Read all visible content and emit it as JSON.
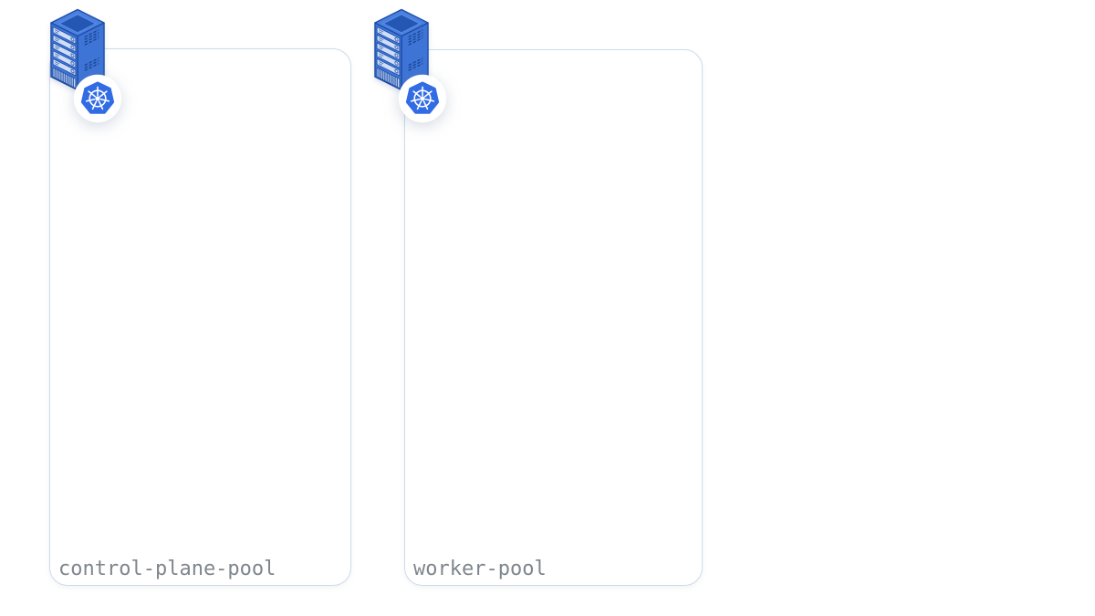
{
  "diagram": {
    "pools": [
      {
        "name": "control-plane-pool",
        "icon": "server-icon",
        "badge": "kubernetes-icon"
      },
      {
        "name": "worker-pool",
        "icon": "server-icon",
        "badge": "kubernetes-icon"
      }
    ]
  },
  "icons": [
    {
      "name": "server-icon",
      "meaning": "isometric server tower"
    },
    {
      "name": "kubernetes-icon",
      "meaning": "kubernetes helm wheel logo"
    }
  ],
  "colors": {
    "background": "#ffffff",
    "card_border": "#cfdbe9",
    "card_fill": "#ffffff",
    "label_text": "#7f868d",
    "kubernetes_blue": "#326ce5",
    "badge_background": "#ffffff",
    "server_blue": "#3f75d7",
    "server_blue_dark": "#1c4da6",
    "server_blue_light": "#cfddf6"
  }
}
